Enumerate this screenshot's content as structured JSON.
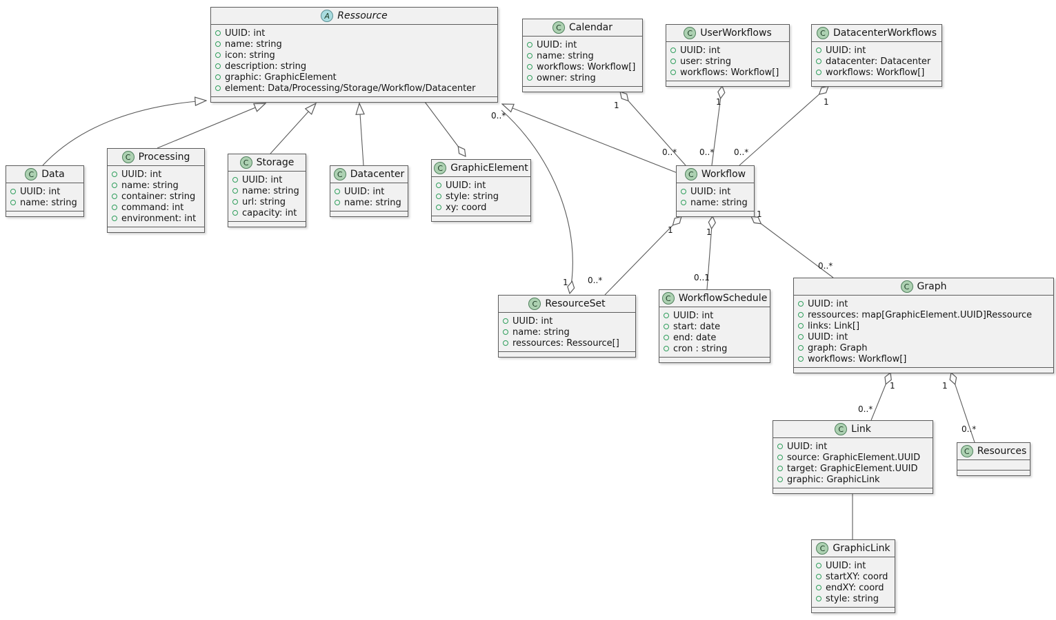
{
  "diagram": {
    "kind": "uml-class-diagram",
    "colors": {
      "box_fill": "#F1F1F1",
      "box_border": "#5A5A5A",
      "class_badge_fill": "#ADD1B2",
      "abstract_badge_fill": "#A9DCDF",
      "field_dot": "#2E9E5B",
      "edge": "#5A5A5A",
      "text": "#141414"
    },
    "classes": {
      "ressource": {
        "badge": "A",
        "abstract": true,
        "name": "Ressource",
        "attrs": [
          "UUID: int",
          "name: string",
          "icon: string",
          "description: string",
          "graphic: GraphicElement",
          "element: Data/Processing/Storage/Workflow/Datacenter"
        ]
      },
      "calendar": {
        "badge": "C",
        "name": "Calendar",
        "attrs": [
          "UUID: int",
          "name: string",
          "workflows: Workflow[]",
          "owner: string"
        ]
      },
      "user_workflows": {
        "badge": "C",
        "name": "UserWorkflows",
        "attrs": [
          "UUID: int",
          "user: string",
          "workflows: Workflow[]"
        ]
      },
      "datacenter_workflows": {
        "badge": "C",
        "name": "DatacenterWorkflows",
        "attrs": [
          "UUID: int",
          "datacenter: Datacenter",
          "workflows: Workflow[]"
        ]
      },
      "data": {
        "badge": "C",
        "name": "Data",
        "attrs": [
          "UUID: int",
          "name: string"
        ]
      },
      "processing": {
        "badge": "C",
        "name": "Processing",
        "attrs": [
          "UUID: int",
          "name: string",
          "container: string",
          "command: int",
          "environment: int"
        ]
      },
      "storage": {
        "badge": "C",
        "name": "Storage",
        "attrs": [
          "UUID: int",
          "name: string",
          "url: string",
          "capacity: int"
        ]
      },
      "datacenter": {
        "badge": "C",
        "name": "Datacenter",
        "attrs": [
          "UUID: int",
          "name: string"
        ]
      },
      "graphic_element": {
        "badge": "C",
        "name": "GraphicElement",
        "attrs": [
          "UUID: int",
          "style: string",
          "xy: coord"
        ]
      },
      "workflow": {
        "badge": "C",
        "name": "Workflow",
        "attrs": [
          "UUID: int",
          "name: string"
        ]
      },
      "resource_set": {
        "badge": "C",
        "name": "ResourceSet",
        "attrs": [
          "UUID: int",
          "name: string",
          "ressources: Ressource[]"
        ]
      },
      "workflow_schedule": {
        "badge": "C",
        "name": "WorkflowSchedule",
        "attrs": [
          "UUID: int",
          "start: date",
          "end: date",
          "cron : string"
        ]
      },
      "graph": {
        "badge": "C",
        "name": "Graph",
        "attrs": [
          "UUID: int",
          "ressources: map[GraphicElement.UUID]Ressource",
          "links: Link[]",
          "UUID: int",
          "graph: Graph",
          "workflows: Workflow[]"
        ]
      },
      "link": {
        "badge": "C",
        "name": "Link",
        "attrs": [
          "UUID: int",
          "source: GraphicElement.UUID",
          "target: GraphicElement.UUID",
          "graphic: GraphicLink"
        ]
      },
      "resources": {
        "badge": "C",
        "name": "Resources",
        "attrs": []
      },
      "graphic_link": {
        "badge": "C",
        "name": "GraphicLink",
        "attrs": [
          "UUID: int",
          "startXY: coord",
          "endXY: coord",
          "style: string"
        ]
      }
    },
    "edges": [
      {
        "from": "Data",
        "to": "Ressource",
        "type": "extends"
      },
      {
        "from": "Processing",
        "to": "Ressource",
        "type": "extends"
      },
      {
        "from": "Storage",
        "to": "Ressource",
        "type": "extends"
      },
      {
        "from": "Datacenter",
        "to": "Ressource",
        "type": "extends"
      },
      {
        "from": "Workflow",
        "to": "Ressource",
        "type": "extends"
      },
      {
        "owner": "GraphicElement",
        "target": "Ressource",
        "type": "aggregation"
      },
      {
        "owner": "Calendar",
        "target": "Workflow",
        "type": "aggregation",
        "owner_label": "1",
        "target_label": "0..*"
      },
      {
        "owner": "UserWorkflows",
        "target": "Workflow",
        "type": "aggregation",
        "owner_label": "1",
        "target_label": "0..*"
      },
      {
        "owner": "DatacenterWorkflows",
        "target": "Workflow",
        "type": "aggregation",
        "owner_label": "1",
        "target_label": "0..*"
      },
      {
        "owner": "ResourceSet",
        "target": "Ressource",
        "type": "aggregation",
        "owner_label": "1",
        "target_label": "0..*"
      },
      {
        "owner": "Workflow",
        "target": "ResourceSet",
        "type": "aggregation",
        "owner_label": "1",
        "target_label": "0..*"
      },
      {
        "owner": "Workflow",
        "target": "WorkflowSchedule",
        "type": "aggregation",
        "owner_label": "1",
        "target_label": "0..1"
      },
      {
        "owner": "Workflow",
        "target": "Graph",
        "type": "aggregation",
        "owner_label": "1",
        "target_label": "0..*"
      },
      {
        "owner": "Graph",
        "target": "Link",
        "type": "aggregation",
        "owner_label": "1",
        "target_label": "0..*"
      },
      {
        "owner": "Graph",
        "target": "Resources",
        "type": "aggregation",
        "owner_label": "1",
        "target_label": "0..*"
      },
      {
        "from": "Link",
        "to": "GraphicLink",
        "type": "association"
      }
    ]
  }
}
